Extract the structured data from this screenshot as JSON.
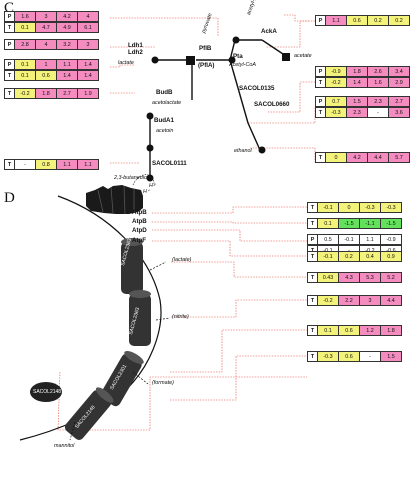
{
  "panelC": {
    "letter": "C",
    "enzymes": {
      "pflB": "PflB",
      "pflA": "(PflA)",
      "ldh1": "Ldh1",
      "ldh2": "Ldh2",
      "budB": "BudB",
      "budA1": "BudA1",
      "sacol0111": "SACOL0111",
      "pta": "Pta",
      "ackA": "AckA",
      "sacol0135": "SACOL0135",
      "sacol0660": "SACOL0660"
    },
    "metabolites": {
      "pyruvate": "pyruvate",
      "lactate": "lactate",
      "acetolactate": "acetolactate",
      "acetoin": "acetoin",
      "butanediol": "2,3-butanediol",
      "acetylP": "acetyl-P",
      "acetate": "acetate",
      "acetylCoA": "Acetyl-CoA",
      "ethanol": "ethanol"
    },
    "tables": [
      {
        "rows": [
          {
            "label": "P",
            "cells": [
              {
                "v": "1.6",
                "c": "pink"
              },
              {
                "v": "3",
                "c": "pink"
              },
              {
                "v": "4.2",
                "c": "pink"
              },
              {
                "v": "4",
                "c": "pink"
              }
            ]
          },
          {
            "label": "T",
            "cells": [
              {
                "v": "0.1",
                "c": "yellow"
              },
              {
                "v": "4.7",
                "c": "pink"
              },
              {
                "v": "4.9",
                "c": "pink"
              },
              {
                "v": "6.1",
                "c": "pink"
              }
            ]
          }
        ]
      },
      {
        "rows": [
          {
            "label": "P",
            "cells": [
              {
                "v": "2.8",
                "c": "pink"
              },
              {
                "v": "4",
                "c": "pink"
              },
              {
                "v": "3.2",
                "c": "pink"
              },
              {
                "v": "3",
                "c": "pink"
              }
            ]
          }
        ]
      },
      {
        "rows": [
          {
            "label": "P",
            "cells": [
              {
                "v": "0.1",
                "c": "yellow"
              },
              {
                "v": "1",
                "c": "pink"
              },
              {
                "v": "1.1",
                "c": "pink"
              },
              {
                "v": "1.4",
                "c": "pink"
              }
            ]
          },
          {
            "label": "T",
            "cells": [
              {
                "v": "0.1",
                "c": "yellow"
              },
              {
                "v": "0.6",
                "c": "yellow"
              },
              {
                "v": "1.4",
                "c": "pink"
              },
              {
                "v": "1.4",
                "c": "pink"
              }
            ]
          }
        ]
      },
      {
        "rows": [
          {
            "label": "T",
            "cells": [
              {
                "v": "-0.2",
                "c": "yellow"
              },
              {
                "v": "1.8",
                "c": "pink"
              },
              {
                "v": "2.7",
                "c": "pink"
              },
              {
                "v": "1.9",
                "c": "pink"
              }
            ]
          }
        ]
      },
      {
        "rows": [
          {
            "label": "T",
            "cells": [
              {
                "v": "-",
                "c": "white"
              },
              {
                "v": "0.8",
                "c": "yellow"
              },
              {
                "v": "1.1",
                "c": "pink"
              },
              {
                "v": "1.1",
                "c": "pink"
              }
            ]
          }
        ]
      },
      {
        "rows": [
          {
            "label": "P",
            "cells": [
              {
                "v": "1.1",
                "c": "pink"
              },
              {
                "v": "0.6",
                "c": "yellow"
              },
              {
                "v": "0.2",
                "c": "yellow"
              },
              {
                "v": "0.2",
                "c": "yellow"
              }
            ]
          }
        ]
      },
      {
        "rows": [
          {
            "label": "P",
            "cells": [
              {
                "v": "-0.9",
                "c": "yellow"
              },
              {
                "v": "1.8",
                "c": "pink"
              },
              {
                "v": "2.6",
                "c": "pink"
              },
              {
                "v": "3.4",
                "c": "pink"
              }
            ]
          },
          {
            "label": "T",
            "cells": [
              {
                "v": "-0.2",
                "c": "yellow"
              },
              {
                "v": "1.4",
                "c": "pink"
              },
              {
                "v": "1.6",
                "c": "pink"
              },
              {
                "v": "2.9",
                "c": "pink"
              }
            ]
          }
        ]
      },
      {
        "rows": [
          {
            "label": "P",
            "cells": [
              {
                "v": "0.7",
                "c": "yellow"
              },
              {
                "v": "1.5",
                "c": "pink"
              },
              {
                "v": "2.3",
                "c": "pink"
              },
              {
                "v": "2.7",
                "c": "pink"
              }
            ]
          },
          {
            "label": "T",
            "cells": [
              {
                "v": "-0.3",
                "c": "yellow"
              },
              {
                "v": "2.3",
                "c": "pink"
              },
              {
                "v": "-",
                "c": "white"
              },
              {
                "v": "3.6",
                "c": "pink"
              }
            ]
          }
        ]
      },
      {
        "rows": [
          {
            "label": "T",
            "cells": [
              {
                "v": "0",
                "c": "yellow"
              },
              {
                "v": "4.2",
                "c": "pink"
              },
              {
                "v": "4.4",
                "c": "pink"
              },
              {
                "v": "5.7",
                "c": "pink"
              }
            ]
          }
        ]
      }
    ]
  },
  "panelD": {
    "letter": "D",
    "hplus": "H⁺",
    "proteins": {
      "atpB1": "AtpB",
      "atpB2": "AtpB",
      "atpD": "AtpD",
      "atpF": "AtpF"
    },
    "transporters": [
      "SACOL2363",
      "SACOL2363",
      "SACOL2301",
      "SACOL2146",
      "SACOL2148"
    ],
    "substrates": {
      "lactate": "(lactate)",
      "nitrite": "(nitrite)",
      "formate": "(formate)",
      "mannitol": "mannitol"
    },
    "tables": [
      {
        "rows": [
          {
            "label": "T",
            "cells": [
              {
                "v": "-0.1",
                "c": "yellow"
              },
              {
                "v": "0",
                "c": "yellow"
              },
              {
                "v": "-0.3",
                "c": "yellow"
              },
              {
                "v": "-0.3",
                "c": "yellow"
              }
            ]
          }
        ]
      },
      {
        "rows": [
          {
            "label": "T",
            "cells": [
              {
                "v": "0.1",
                "c": "yellow"
              },
              {
                "v": "-1.5",
                "c": "green"
              },
              {
                "v": "-1.1",
                "c": "green"
              },
              {
                "v": "-1.5",
                "c": "green"
              }
            ]
          }
        ]
      },
      {
        "rows": [
          {
            "label": "P",
            "cells": [
              {
                "v": "0.5",
                "c": "white"
              },
              {
                "v": "-0.1",
                "c": "white"
              },
              {
                "v": "1.1",
                "c": "white"
              },
              {
                "v": "-0.9",
                "c": "white"
              }
            ]
          },
          {
            "label": "T",
            "cells": [
              {
                "v": "-0.1",
                "c": "white"
              },
              {
                "v": "-",
                "c": "white"
              },
              {
                "v": "-0.2",
                "c": "white"
              },
              {
                "v": "-0.6",
                "c": "white"
              }
            ]
          }
        ]
      },
      {
        "rows": [
          {
            "label": "T",
            "cells": [
              {
                "v": "-0.1",
                "c": "yellow"
              },
              {
                "v": "0.2",
                "c": "yellow"
              },
              {
                "v": "0.4",
                "c": "yellow"
              },
              {
                "v": "0.9",
                "c": "yellow"
              }
            ]
          }
        ]
      },
      {
        "rows": [
          {
            "label": "T",
            "cells": [
              {
                "v": "0.43",
                "c": "yellow"
              },
              {
                "v": "4.3",
                "c": "pink"
              },
              {
                "v": "5.3",
                "c": "pink"
              },
              {
                "v": "5.2",
                "c": "pink"
              }
            ]
          }
        ]
      },
      {
        "rows": [
          {
            "label": "T",
            "cells": [
              {
                "v": "-0.2",
                "c": "yellow"
              },
              {
                "v": "2.2",
                "c": "pink"
              },
              {
                "v": "3",
                "c": "pink"
              },
              {
                "v": "4.4",
                "c": "pink"
              }
            ]
          }
        ]
      },
      {
        "rows": [
          {
            "label": "T",
            "cells": [
              {
                "v": "0.1",
                "c": "yellow"
              },
              {
                "v": "0.6",
                "c": "yellow"
              },
              {
                "v": "1.2",
                "c": "pink"
              },
              {
                "v": "1.8",
                "c": "pink"
              }
            ]
          }
        ]
      },
      {
        "rows": [
          {
            "label": "T",
            "cells": [
              {
                "v": "-0.3",
                "c": "yellow"
              },
              {
                "v": "0.6",
                "c": "yellow"
              },
              {
                "v": "-",
                "c": "white"
              },
              {
                "v": "1.5",
                "c": "pink"
              }
            ]
          }
        ]
      }
    ]
  },
  "colors": {
    "pink": "#f48cbf",
    "yellow": "#f3f27a",
    "green": "#63e05c",
    "leader": "#e0463a",
    "node": "#111111"
  }
}
